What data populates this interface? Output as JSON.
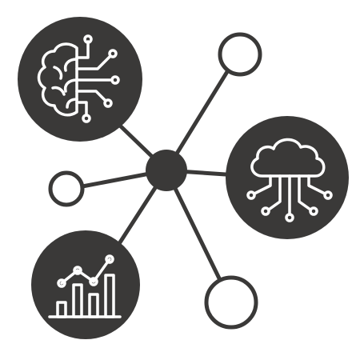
{
  "colors": {
    "background": "#ffffff",
    "node_fill": "#3a3938",
    "stroke": "#3a3938",
    "icon_stroke": "#ffffff"
  },
  "icons": {
    "top_left": "brain-circuit-icon",
    "right": "cloud-network-icon",
    "bottom_left": "analytics-chart-icon"
  },
  "nodes": {
    "hub": "filled-hub",
    "small_circles": [
      "top-right",
      "left",
      "bottom-right"
    ]
  }
}
